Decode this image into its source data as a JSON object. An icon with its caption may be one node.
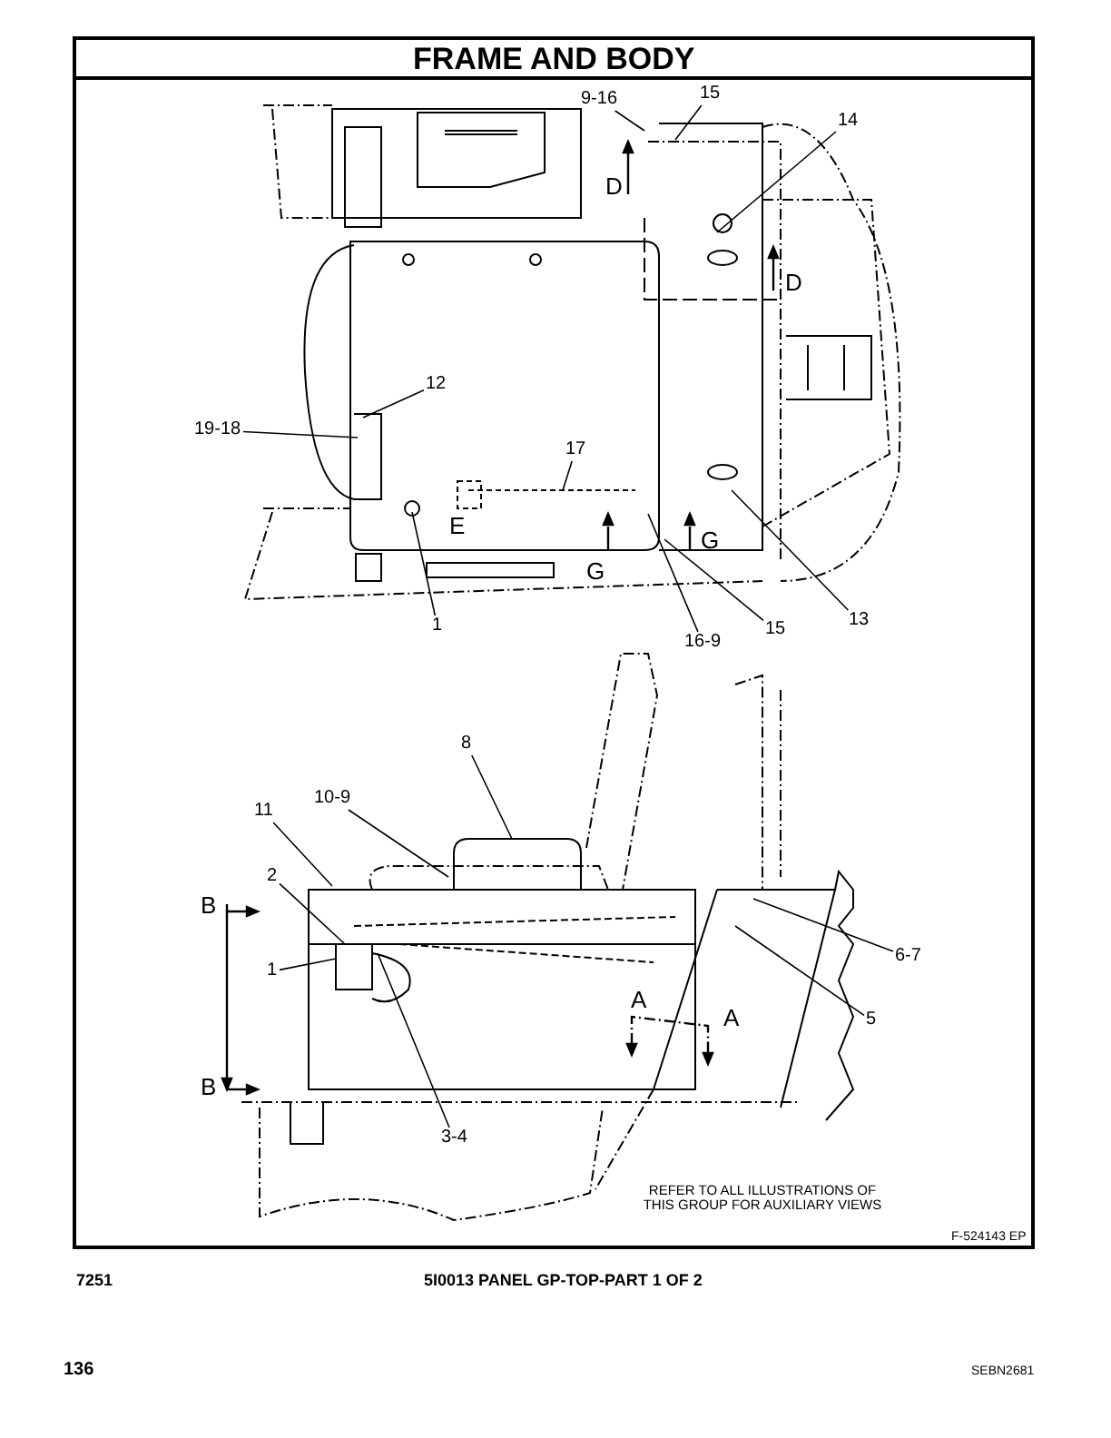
{
  "diagram": {
    "title": "FRAME AND BODY",
    "nodes": [
      {
        "text": [
          "9-16"
        ]
      },
      {
        "text": [
          "15"
        ]
      },
      {
        "text": [
          "14"
        ]
      },
      {
        "text": [
          "12"
        ]
      },
      {
        "text": [
          "19-18"
        ]
      },
      {
        "text": [
          "17"
        ]
      },
      {
        "text": [
          "1"
        ]
      },
      {
        "text": [
          "16-9"
        ]
      },
      {
        "text": [
          "15"
        ]
      },
      {
        "text": [
          "13"
        ]
      },
      {
        "text": [
          "8"
        ]
      },
      {
        "text": [
          "10-9"
        ]
      },
      {
        "text": [
          "11"
        ]
      },
      {
        "text": [
          "2"
        ]
      },
      {
        "text": [
          "1"
        ]
      },
      {
        "text": [
          "3-4"
        ]
      },
      {
        "text": [
          "6-7"
        ]
      },
      {
        "text": [
          "5"
        ]
      }
    ],
    "edges": [
      {
        "from": 0,
        "to": null,
        "arrow": "none"
      },
      {
        "from": 1,
        "to": null,
        "arrow": "none"
      },
      {
        "from": 2,
        "to": null,
        "arrow": "none"
      },
      {
        "from": 3,
        "to": null,
        "arrow": "none"
      },
      {
        "from": 4,
        "to": null,
        "arrow": "none"
      },
      {
        "from": 5,
        "to": null,
        "arrow": "none"
      },
      {
        "from": 6,
        "to": null,
        "arrow": "none"
      },
      {
        "from": 7,
        "to": null,
        "arrow": "none"
      },
      {
        "from": 8,
        "to": null,
        "arrow": "none"
      },
      {
        "from": 9,
        "to": null,
        "arrow": "none"
      },
      {
        "from": 10,
        "to": null,
        "arrow": "none"
      },
      {
        "from": 11,
        "to": null,
        "arrow": "none"
      },
      {
        "from": 12,
        "to": null,
        "arrow": "none"
      },
      {
        "from": 13,
        "to": null,
        "arrow": "none"
      },
      {
        "from": 14,
        "to": null,
        "arrow": "none"
      },
      {
        "from": 15,
        "to": null,
        "arrow": "none"
      },
      {
        "from": 16,
        "to": null,
        "arrow": "none"
      },
      {
        "from": 17,
        "to": null,
        "arrow": "none"
      }
    ],
    "labels": [
      "D",
      "D",
      "E",
      "G",
      "G",
      "B",
      "B",
      "A",
      "A",
      "REFER TO ALL ILLUSTRATIONS OF THIS GROUP FOR AUXILIARY VIEWS",
      "F-524143 EP",
      "7251",
      "5I0013 PANEL GP-TOP-PART 1 OF 2",
      "136",
      "SEBN2681"
    ]
  }
}
